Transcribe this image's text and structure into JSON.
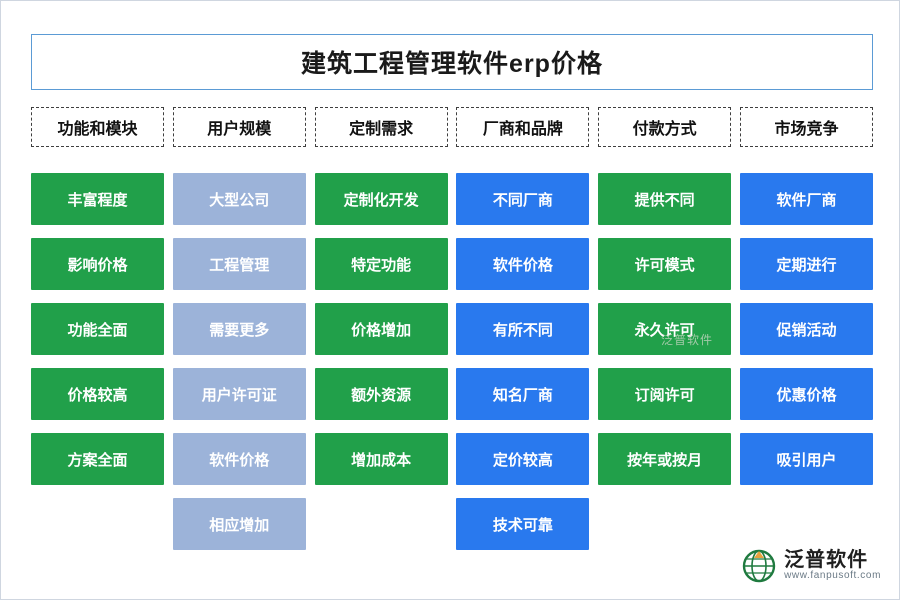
{
  "title": "建筑工程管理软件erp价格",
  "headers": [
    "功能和模块",
    "用户规模",
    "定制需求",
    "厂商和品牌",
    "付款方式",
    "市场竞争"
  ],
  "colors": {
    "green": "#21a04a",
    "bluegray": "#9cb3d9",
    "blue": "#2979ee",
    "title_border": "#5b9bd5"
  },
  "columns": [
    {
      "name": "功能和模块",
      "style": "green",
      "items": [
        "丰富程度",
        "影响价格",
        "功能全面",
        "价格较高",
        "方案全面"
      ]
    },
    {
      "name": "用户规模",
      "style": "bluegray",
      "items": [
        "大型公司",
        "工程管理",
        "需要更多",
        "用户许可证",
        "软件价格",
        "相应增加"
      ]
    },
    {
      "name": "定制需求",
      "style": "green",
      "items": [
        "定制化开发",
        "特定功能",
        "价格增加",
        "额外资源",
        "增加成本"
      ]
    },
    {
      "name": "厂商和品牌",
      "style": "blue",
      "items": [
        "不同厂商",
        "软件价格",
        "有所不同",
        "知名厂商",
        "定价较高",
        "技术可靠"
      ]
    },
    {
      "name": "付款方式",
      "style": "green",
      "items": [
        "提供不同",
        "许可模式",
        "永久许可",
        "订阅许可",
        "按年或按月"
      ]
    },
    {
      "name": "市场竞争",
      "style": "blue",
      "items": [
        "软件厂商",
        "定期进行",
        "促销活动",
        "优惠价格",
        "吸引用户"
      ]
    }
  ],
  "watermark": {
    "center": "泛普软件"
  },
  "logo": {
    "cn": "泛普软件",
    "en": "www.fanpusoft.com"
  }
}
